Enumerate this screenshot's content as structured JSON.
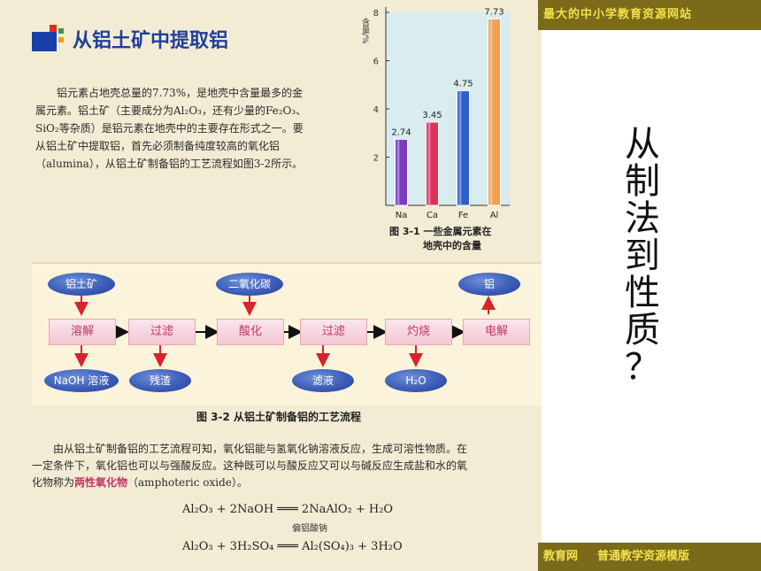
{
  "banner": {
    "top_text": "最大的中小学教育资源网站",
    "bottom_left": "教育网",
    "bottom_right": "普通教学资源模版"
  },
  "side_title": [
    "从",
    "制",
    "法",
    "到",
    "性",
    "质",
    "？"
  ],
  "section": {
    "title": "从铝土矿中提取铝"
  },
  "intro": {
    "line1": "铝元素占地壳总量的7.73%，是地壳中含量最多的金",
    "line2": "属元素。铝土矿（主要成分为Al₂O₃，还有少量的Fe₂O₃、",
    "line3": "SiO₂等杂质）是铝元素在地壳中的主要存在形式之一。要",
    "line4": "从铝土矿中提取铝，首先必须制备纯度较高的氧化铝",
    "line5": "（alumina），从铝土矿制备铝的工艺流程如图3-2所示。"
  },
  "chart_data": {
    "type": "bar",
    "categories": [
      "Na",
      "Ca",
      "Fe",
      "Al"
    ],
    "values": [
      2.74,
      3.45,
      4.75,
      7.73
    ],
    "value_labels": [
      "2.74",
      "3.45",
      "4.75",
      "7.73"
    ],
    "ylabel": "含量/%",
    "yticks": [
      "2",
      "4",
      "6",
      "8"
    ],
    "ylim": [
      0,
      8
    ],
    "colors": [
      "#7a3cc0",
      "#e0305c",
      "#2f5fc8",
      "#f2a050"
    ],
    "caption_line1": "图 3-1   一些金属元素在",
    "caption_line2": "地壳中的含量"
  },
  "flow": {
    "inputs": {
      "bauxite": "铝土矿",
      "co2": "二氧化碳",
      "aluminum": "铝"
    },
    "steps": [
      "溶解",
      "过滤",
      "酸化",
      "过滤",
      "灼烧",
      "电解"
    ],
    "outputs": {
      "naoh": "NaOH 溶液",
      "residue": "残渣",
      "filtrate": "滤液",
      "water": "H₂O"
    },
    "caption": "图 3-2   从铝土矿制备铝的工艺流程"
  },
  "paragraph": {
    "line1": "由从铝土矿制备铝的工艺流程可知，氧化铝能与氢氧化钠溶液反应，生成可溶性物质。在",
    "line2": "一定条件下，氧化铝也可以与强酸反应。这种既可以与酸反应又可以与碱反应生成盐和水的氧",
    "line3_before": "化物称为",
    "line3_highlight": "两性氧化物",
    "line3_after": "（amphoteric oxide）。"
  },
  "equations": {
    "eq1": "Al₂O₃ + 2NaOH ═══ 2NaAlO₂ + H₂O",
    "eq1_note": "偏铝酸钠",
    "eq2": "Al₂O₃ + 3H₂SO₄ ═══ Al₂(SO₄)₃ + 3H₂O"
  }
}
